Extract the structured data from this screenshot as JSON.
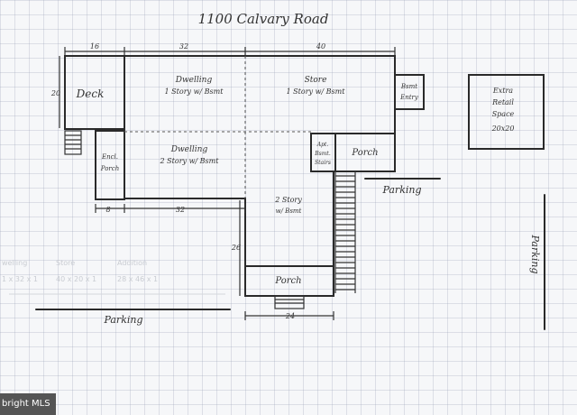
{
  "title": "1100 Calvary Road",
  "rooms": {
    "deck": "Deck",
    "encl_porch_line1": "Encl.",
    "encl_porch_line2": "Porch",
    "dwelling1_line1": "Dwelling",
    "dwelling1_line2": "1 Story w/ Bsmt",
    "store_line1": "Store",
    "store_line2": "1 Story w/ Bsmt",
    "bsmt_entry_line1": "Bsmt",
    "bsmt_entry_line2": "Entry",
    "dwelling2_line1": "Dwelling",
    "dwelling2_line2": "2 Story w/ Bsmt",
    "apt_stairs_line1": "Apt.",
    "apt_stairs_line2": "Bsmt.",
    "apt_stairs_line3": "Stairs",
    "porch_right": "Porch",
    "two_story_line1": "2 Story",
    "two_story_line2": "w/ Bsmt",
    "porch_bottom": "Porch",
    "extra_line1": "Extra",
    "extra_line2": "Retail",
    "extra_line3": "Space",
    "extra_line4": "20x20"
  },
  "dimensions": {
    "d16": "16",
    "d32": "32",
    "d40": "40",
    "d20": "20",
    "d8": "8",
    "d32b": "32",
    "d26": "26",
    "d24": "24"
  },
  "parking": {
    "right": "Parking",
    "bottom": "Parking",
    "side": "Parking"
  },
  "faint_table": {
    "row1": [
      "welling",
      "Store",
      "Addition"
    ],
    "row2": [
      "1 x 32 x 1",
      "40 x 20 x 1",
      "28 x 46 x 1"
    ]
  },
  "watermark": "bright MLS"
}
